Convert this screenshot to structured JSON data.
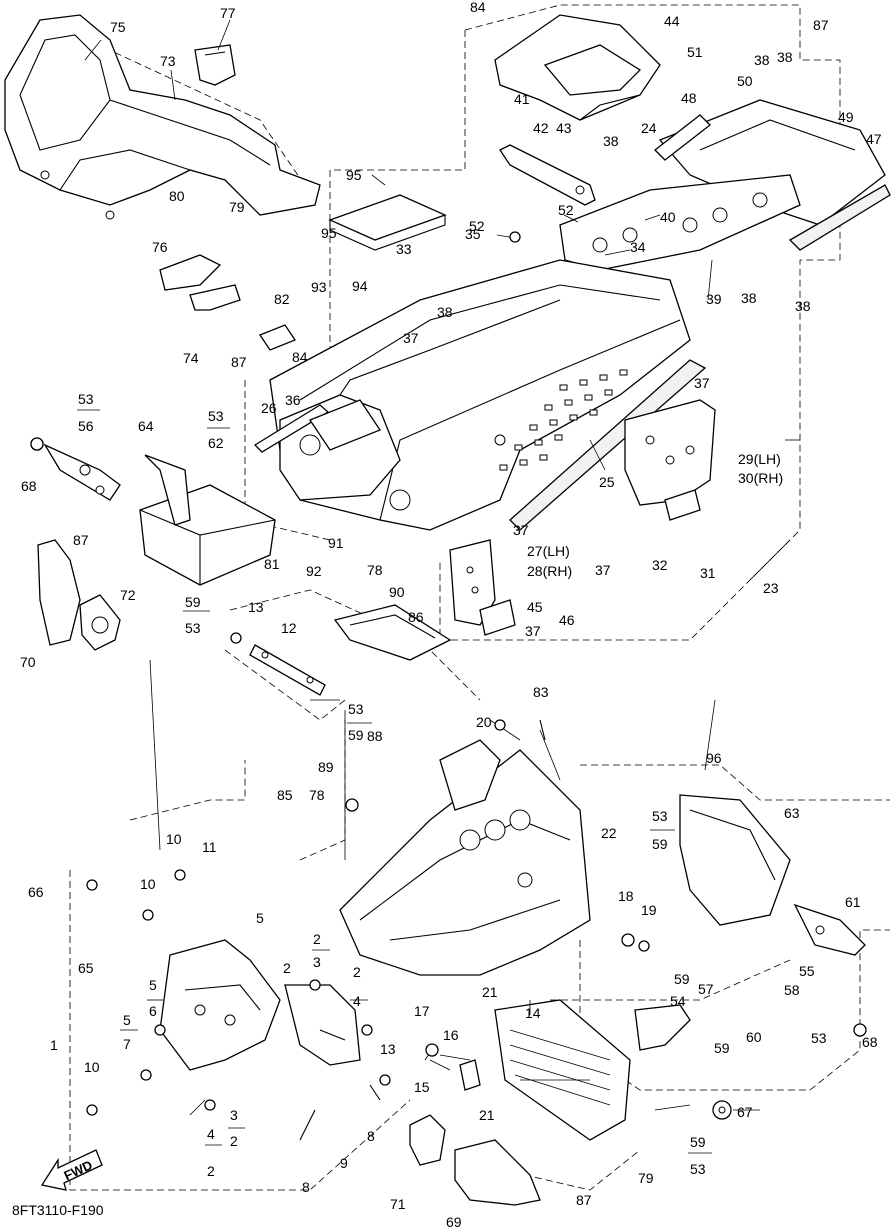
{
  "diagram_code": "8FT3110-F190",
  "fwd_arrow_label": "FWD",
  "callouts": {
    "n1": "1",
    "n2a": "2",
    "n2b": "2",
    "n2c": "2",
    "n2d": "2",
    "n2e": "2",
    "n3a": "3",
    "n3b": "3",
    "n4a": "4",
    "n4b": "4",
    "n5a": "5",
    "n5b": "5",
    "n5c": "5",
    "n6": "6",
    "n7": "7",
    "n8a": "8",
    "n8b": "8",
    "n9": "9",
    "n10a": "10",
    "n10b": "10",
    "n10c": "10",
    "n11": "11",
    "n12": "12",
    "n13a": "13",
    "n13b": "13",
    "n14": "14",
    "n15": "15",
    "n16": "16",
    "n17": "17",
    "n18": "18",
    "n19": "19",
    "n20": "20",
    "n21a": "21",
    "n21b": "21",
    "n22": "22",
    "n23": "23",
    "n24": "24",
    "n25": "25",
    "n26": "26",
    "n27": "27(LH)",
    "n28": "28(RH)",
    "n29": "29(LH)",
    "n30": "30(RH)",
    "n31": "31",
    "n32": "32",
    "n33": "33",
    "n34": "34",
    "n35": "35",
    "n36": "36",
    "n37a": "37",
    "n37b": "37",
    "n37c": "37",
    "n37d": "37",
    "n37e": "37",
    "n38a": "38",
    "n38b": "38",
    "n38c": "38",
    "n38d": "38",
    "n38e": "38",
    "n38f": "38",
    "n39": "39",
    "n40": "40",
    "n41": "41",
    "n42": "42",
    "n43": "43",
    "n44": "44",
    "n45": "45",
    "n46": "46",
    "n47": "47",
    "n48": "48",
    "n49": "49",
    "n50": "50",
    "n51": "51",
    "n52a": "52",
    "n52b": "52",
    "n53a": "53",
    "n53b": "53",
    "n53c": "53",
    "n53d": "53",
    "n53e": "53",
    "n53f": "53",
    "n53g": "53",
    "n54": "54",
    "n55": "55",
    "n56": "56",
    "n57": "57",
    "n58": "58",
    "n59a": "59",
    "n59b": "59",
    "n59c": "59",
    "n59d": "59",
    "n59e": "59",
    "n59f": "59",
    "n60": "60",
    "n61": "61",
    "n62": "62",
    "n63": "63",
    "n64": "64",
    "n65": "65",
    "n66": "66",
    "n67": "67",
    "n68a": "68",
    "n68b": "68",
    "n69": "69",
    "n70": "70",
    "n71": "71",
    "n72": "72",
    "n73": "73",
    "n74": "74",
    "n75": "75",
    "n76": "76",
    "n77": "77",
    "n78a": "78",
    "n78b": "78",
    "n79a": "79",
    "n79b": "79",
    "n80": "80",
    "n81": "81",
    "n82": "82",
    "n83": "83",
    "n84a": "84",
    "n84b": "84",
    "n85": "85",
    "n86": "86",
    "n87a": "87",
    "n87b": "87",
    "n87c": "87",
    "n87d": "87",
    "n88": "88",
    "n89": "89",
    "n90": "90",
    "n91": "91",
    "n92": "92",
    "n93": "93",
    "n94": "94",
    "n95a": "95",
    "n95b": "95",
    "n96": "96"
  }
}
